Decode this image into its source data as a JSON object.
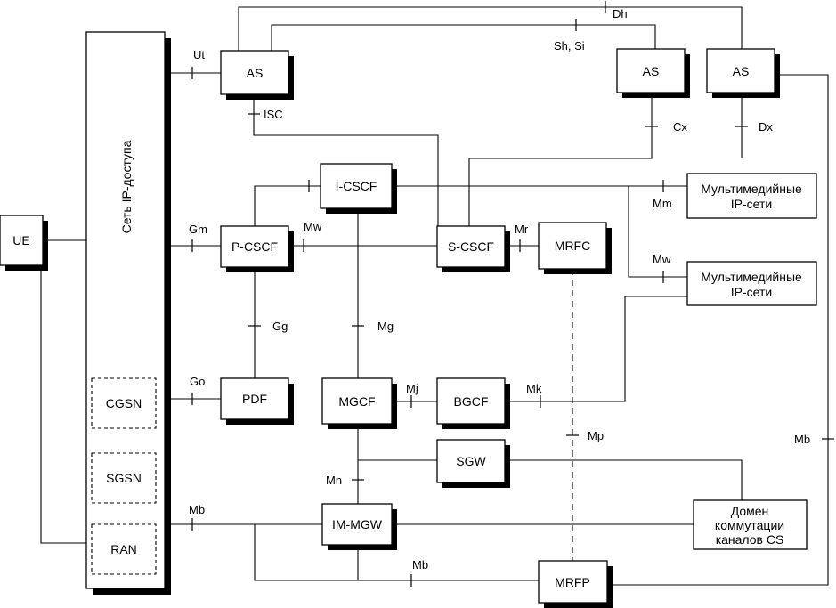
{
  "nodes": {
    "ue": "UE",
    "ip_access": "Сеть IP-доступа",
    "cgsn": "CGSN",
    "sgsn": "SGSN",
    "ran": "RAN",
    "as1": "AS",
    "as2": "AS",
    "as3": "AS",
    "icscf": "I-CSCF",
    "pcscf": "P-CSCF",
    "scscf": "S-CSCF",
    "mrfc": "MRFC",
    "pdf": "PDF",
    "mgcf": "MGCF",
    "bgcf": "BGCF",
    "sgw": "SGW",
    "imgw": "IM-MGW",
    "mrfp": "MRFP",
    "mm1": [
      "Мультимедийные",
      "IP-сети"
    ],
    "mm2": [
      "Мультимедийные",
      "IP-сети"
    ],
    "cs": [
      "Домен",
      "коммутации",
      "каналов CS"
    ]
  },
  "interfaces": {
    "ut": "Ut",
    "dh": "Dh",
    "shsi": "Sh, Si",
    "isc": "ISC",
    "cx": "Cx",
    "dx": "Dx",
    "gm": "Gm",
    "mw1": "Mw",
    "mm": "Mm",
    "mw2": "Mw",
    "mr": "Mr",
    "gg": "Gg",
    "mg": "Mg",
    "go": "Go",
    "mj": "Mj",
    "mk": "Mk",
    "mp": "Mp",
    "mb_right": "Mb",
    "mn": "Mn",
    "mb_left": "Mb",
    "mb_bottom": "Mb"
  }
}
